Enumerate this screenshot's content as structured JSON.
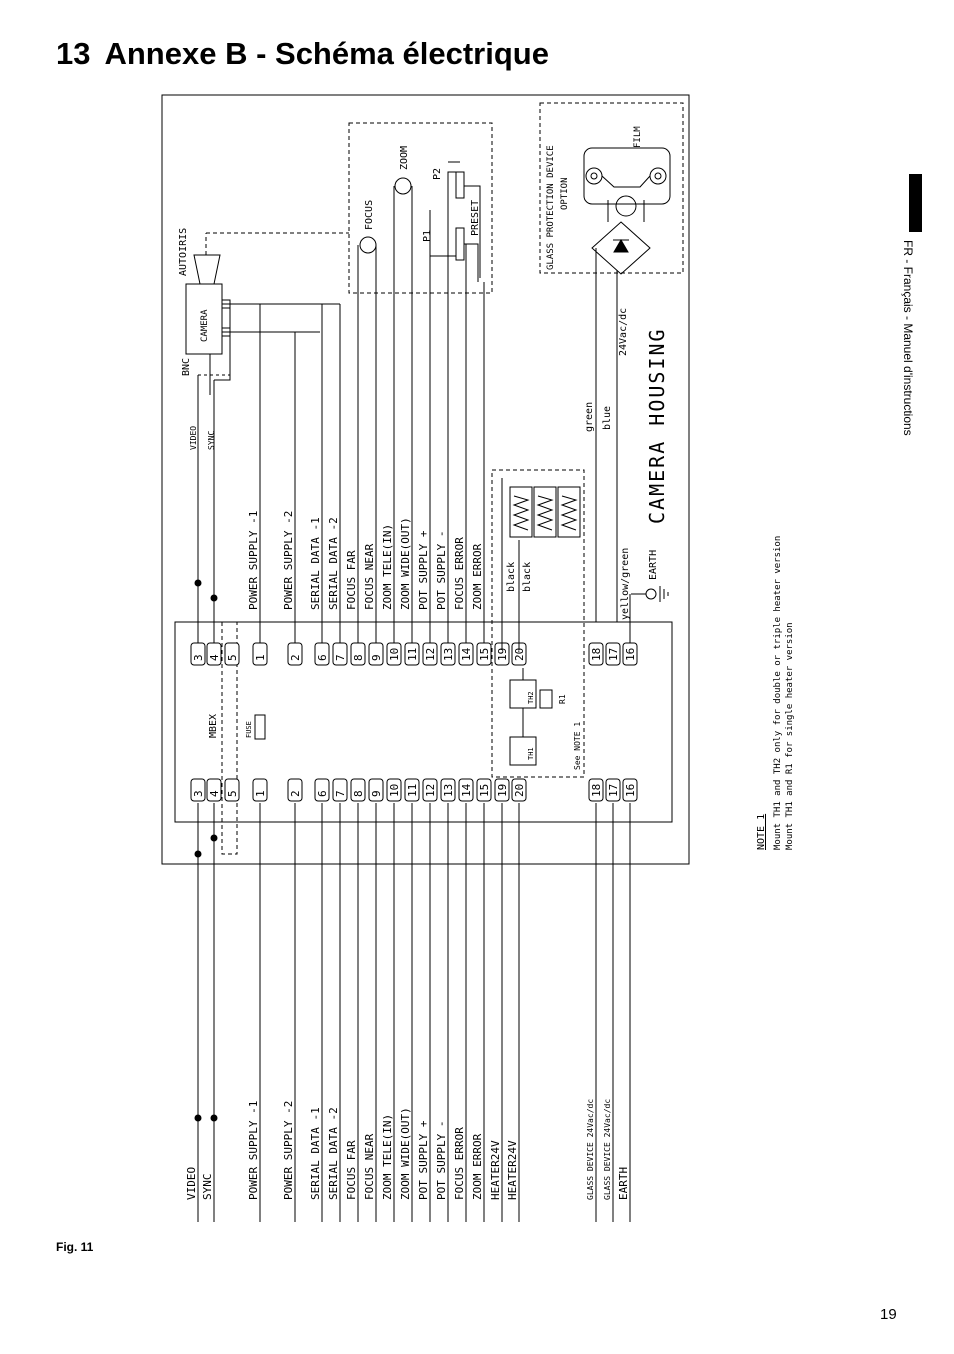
{
  "header": {
    "number": "13",
    "title": "Annexe B - Schéma électrique"
  },
  "side_tab": "FR - Français - Manuel d'instructions",
  "figure_label": "Fig. 11",
  "page_number": "19",
  "diagram": {
    "housing_label": "CAMERA HOUSING",
    "autoiris": "AUTOIRIS",
    "camera": "CAMERA",
    "bnc": "BNC",
    "video_wire": "VIDEO",
    "sync_wire": "SYNC",
    "focus_motor": "FOCUS",
    "zoom_motor": "ZOOM",
    "p1": "P1",
    "p2": "P2",
    "preset": "PRESET",
    "glass_option_l1": "GLASS PROTECTION DEVICE",
    "glass_option_l2": "OPTION",
    "film": "FILM",
    "supply_24": "24Vac/dc",
    "green": "green",
    "blue": "blue",
    "yellow_green": "yellow/green",
    "black1": "black",
    "black2": "black",
    "earth": "EARTH",
    "mbex": "MBEX",
    "fuse": "FUSE",
    "th1": "TH1",
    "th2": "TH2",
    "r1": "R1",
    "see_note": "See NOTE 1",
    "internal_signals": [
      "POWER SUPPLY -1",
      "POWER SUPPLY -2",
      "SERIAL DATA -1",
      "SERIAL DATA -2",
      "FOCUS FAR",
      "FOCUS NEAR",
      "ZOOM TELE(IN)",
      "ZOOM WIDE(OUT)",
      "POT SUPPLY +",
      "POT SUPPLY -",
      "FOCUS ERROR",
      "ZOOM ERROR"
    ],
    "terminals": [
      "3",
      "4",
      "5",
      "1",
      "2",
      "6",
      "7",
      "8",
      "9",
      "10",
      "11",
      "12",
      "13",
      "14",
      "15",
      "19",
      "20",
      "18",
      "17",
      "16"
    ],
    "external_signals": [
      "VIDEO",
      "SYNC",
      "POWER SUPPLY -1",
      "POWER SUPPLY -2",
      "SERIAL DATA -1",
      "SERIAL DATA -2",
      "FOCUS FAR",
      "FOCUS NEAR",
      "ZOOM TELE(IN)",
      "ZOOM WIDE(OUT)",
      "POT SUPPLY +",
      "POT SUPPLY -",
      "FOCUS ERROR",
      "ZOOM ERROR",
      "HEATER24V",
      "HEATER24V",
      "GLASS DEVICE 24Vac/dc",
      "GLASS DEVICE 24Vac/dc",
      "EARTH"
    ],
    "note_title": "NOTE 1",
    "note_line1": "Mount TH1 and TH2 only for double or triple heater version",
    "note_line2": "Mount TH1 and R1 for single heater version"
  }
}
